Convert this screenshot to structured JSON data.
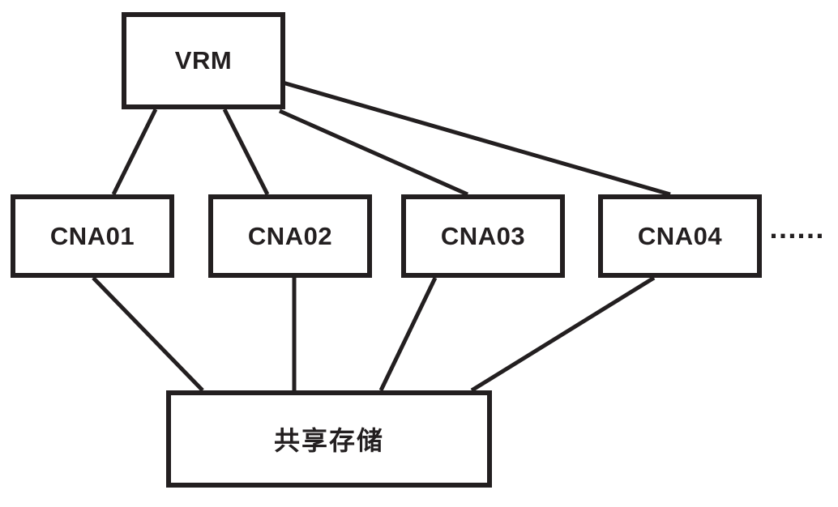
{
  "diagram": {
    "nodes": {
      "vrm": {
        "label": "VRM"
      },
      "cna01": {
        "label": "CNA01"
      },
      "cna02": {
        "label": "CNA02"
      },
      "cna03": {
        "label": "CNA03"
      },
      "cna04": {
        "label": "CNA04"
      },
      "storage": {
        "label": "共享存储"
      }
    },
    "ellipsis": "……",
    "edges": [
      {
        "from": "vrm",
        "to": "cna01"
      },
      {
        "from": "vrm",
        "to": "cna02"
      },
      {
        "from": "vrm",
        "to": "cna03"
      },
      {
        "from": "vrm",
        "to": "cna04"
      },
      {
        "from": "cna01",
        "to": "storage"
      },
      {
        "from": "cna02",
        "to": "storage"
      },
      {
        "from": "cna03",
        "to": "storage"
      },
      {
        "from": "cna04",
        "to": "storage"
      }
    ],
    "colors": {
      "stroke": "#231f20",
      "background": "#ffffff"
    }
  }
}
